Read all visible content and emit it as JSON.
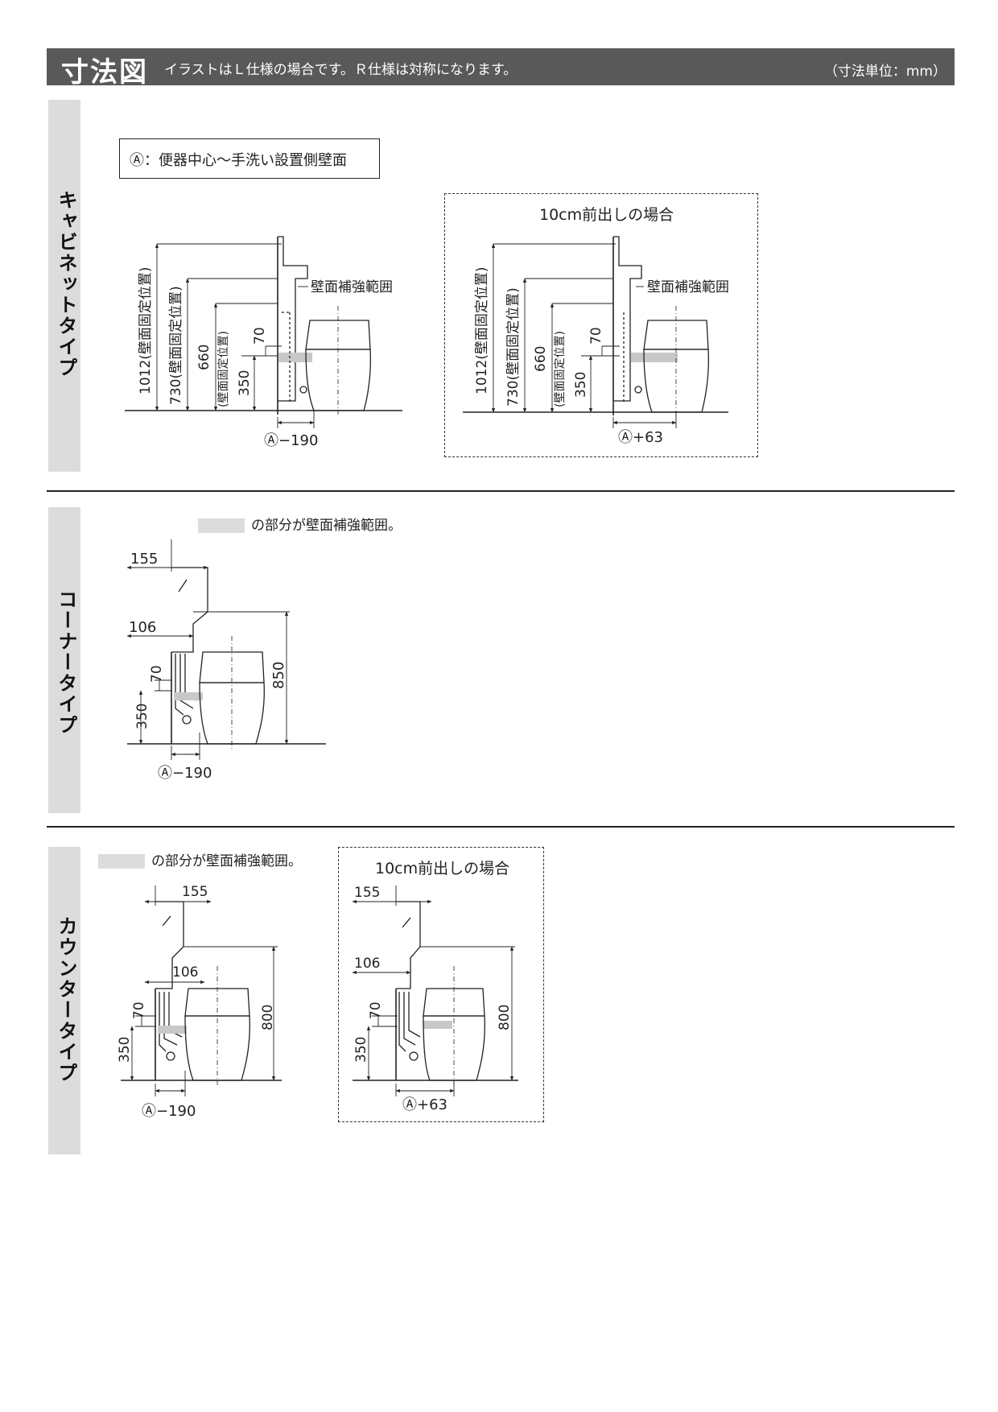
{
  "header": {
    "title": "寸法図",
    "note": "イラストはＬ仕様の場合です。Ｒ仕様は対称になります。",
    "unit": "（寸法単位：mm）"
  },
  "sections": {
    "cabinet": {
      "tab_label": "キャビネットタイプ",
      "legend": "Ⓐ：便器中心〜手洗い設置側壁面",
      "caption_forward": "10cm前出しの場合",
      "left": {
        "dim_1012": "1012(壁面固定位置)",
        "dim_730": "730(壁面固定位置)",
        "dim_660": "660",
        "dim_660_sub": "(壁面固定位置)",
        "dim_350": "350",
        "dim_70": "70",
        "wall_label": "壁面補強範囲",
        "offset": "Ⓐ−190"
      },
      "right": {
        "dim_1012": "1012(壁面固定位置)",
        "dim_730": "730(壁面固定位置)",
        "dim_660": "660",
        "dim_660_sub": "(壁面固定位置)",
        "dim_350": "350",
        "dim_70": "70",
        "wall_label": "壁面補強範囲",
        "offset": "Ⓐ+63"
      }
    },
    "corner": {
      "tab_label": "コーナータイプ",
      "swatch_note": "の部分が壁面補強範囲。",
      "dim_155": "155",
      "dim_106": "106",
      "dim_70": "70",
      "dim_350": "350",
      "dim_850": "850",
      "offset": "Ⓐ−190"
    },
    "counter": {
      "tab_label": "カウンタータイプ",
      "swatch_note": "の部分が壁面補強範囲。",
      "caption_forward": "10cm前出しの場合",
      "left": {
        "dim_155": "155",
        "dim_106": "106",
        "dim_70": "70",
        "dim_350": "350",
        "dim_800": "800",
        "offset": "Ⓐ−190"
      },
      "right": {
        "dim_155": "155",
        "dim_106": "106",
        "dim_70": "70",
        "dim_350": "350",
        "dim_800": "800",
        "offset": "Ⓐ+63"
      }
    }
  }
}
